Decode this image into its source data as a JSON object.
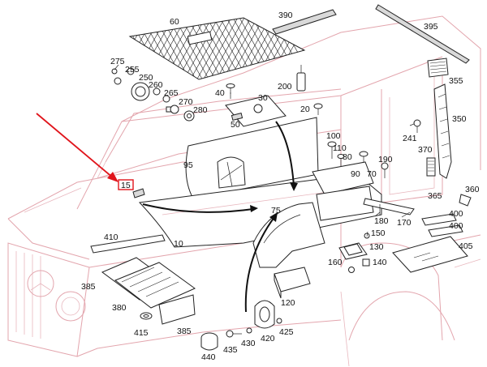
{
  "diagram": {
    "callouts": [
      {
        "id": "c60",
        "label": "60"
      },
      {
        "id": "c390",
        "label": "390"
      },
      {
        "id": "c395",
        "label": "395"
      },
      {
        "id": "c275",
        "label": "275"
      },
      {
        "id": "c255",
        "label": "255"
      },
      {
        "id": "c250",
        "label": "250"
      },
      {
        "id": "c260",
        "label": "260"
      },
      {
        "id": "c265",
        "label": "265"
      },
      {
        "id": "c270",
        "label": "270"
      },
      {
        "id": "c280",
        "label": "280"
      },
      {
        "id": "c40",
        "label": "40"
      },
      {
        "id": "c30",
        "label": "30"
      },
      {
        "id": "c50",
        "label": "50"
      },
      {
        "id": "c200",
        "label": "200"
      },
      {
        "id": "c20",
        "label": "20"
      },
      {
        "id": "c355",
        "label": "355"
      },
      {
        "id": "c350",
        "label": "350"
      },
      {
        "id": "c241",
        "label": "241"
      },
      {
        "id": "c370",
        "label": "370"
      },
      {
        "id": "c100",
        "label": "100"
      },
      {
        "id": "c110",
        "label": "110"
      },
      {
        "id": "c80",
        "label": "80"
      },
      {
        "id": "c190",
        "label": "190"
      },
      {
        "id": "c95",
        "label": "95"
      },
      {
        "id": "c90",
        "label": "90"
      },
      {
        "id": "c70",
        "label": "70"
      },
      {
        "id": "c15",
        "label": "15"
      },
      {
        "id": "c365",
        "label": "365"
      },
      {
        "id": "c360",
        "label": "360"
      },
      {
        "id": "c75",
        "label": "75"
      },
      {
        "id": "c180",
        "label": "180"
      },
      {
        "id": "c170",
        "label": "170"
      },
      {
        "id": "c400a",
        "label": "400"
      },
      {
        "id": "c400b",
        "label": "400"
      },
      {
        "id": "c150",
        "label": "150"
      },
      {
        "id": "c130",
        "label": "130"
      },
      {
        "id": "c405",
        "label": "405"
      },
      {
        "id": "c410",
        "label": "410"
      },
      {
        "id": "c10",
        "label": "10"
      },
      {
        "id": "c160",
        "label": "160"
      },
      {
        "id": "c140",
        "label": "140"
      },
      {
        "id": "c385a",
        "label": "385"
      },
      {
        "id": "c120",
        "label": "120"
      },
      {
        "id": "c380",
        "label": "380"
      },
      {
        "id": "c415",
        "label": "415"
      },
      {
        "id": "c385b",
        "label": "385"
      },
      {
        "id": "c425",
        "label": "425"
      },
      {
        "id": "c420",
        "label": "420"
      },
      {
        "id": "c430",
        "label": "430"
      },
      {
        "id": "c435",
        "label": "435"
      },
      {
        "id": "c440",
        "label": "440"
      }
    ],
    "highlight": {
      "label": "15"
    },
    "colors": {
      "vehicle_outline": "#e3a5ad",
      "highlight": "#e0141b",
      "parts": "#222222"
    }
  }
}
